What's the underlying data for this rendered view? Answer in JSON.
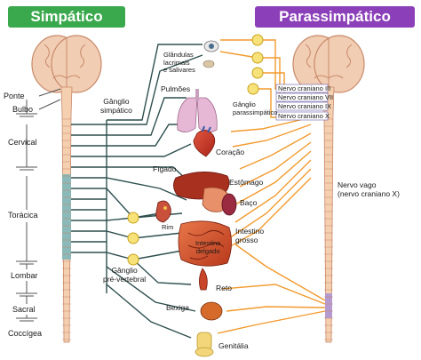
{
  "headers": {
    "sympathetic": "Simpático",
    "parasympathetic": "Parassimpático",
    "sympathetic_color": "#3aa84c",
    "parasympathetic_color": "#8b3fb8"
  },
  "left_labels": {
    "ponte": "Ponte",
    "bulbo": "Bulbo",
    "cervical": "Cervical",
    "toracica": "Torácica",
    "lombar": "Lombar",
    "sacral": "Sacral",
    "coccigea": "Coccígea"
  },
  "center_labels": {
    "ganglio_simpatico": [
      "Gânglio",
      "simpático"
    ],
    "glandulas": [
      "Glândulas",
      "lacrimais",
      "e salivares"
    ],
    "pulmoes": "Pulmões",
    "ganglio_parassimpatico": [
      "Gânglio",
      "parassimpático"
    ],
    "coracao": "Coração",
    "figado": "Fígado",
    "estomago": "Estômago",
    "baco": "Baço",
    "rim": "Rim",
    "intestino_delgado": [
      "Intestino",
      "delgado"
    ],
    "intestino_grosso": [
      "Intestino",
      "grosso"
    ],
    "ganglio_prevertebral": [
      "Gânglio",
      "pré-vertebral"
    ],
    "reto": "Reto",
    "bexiga": "Bexiga",
    "genitalia": "Genitália"
  },
  "right_labels": {
    "nervos_cranianos": [
      "Nervo craniano III",
      "Nervo craniano VII",
      "Nervo craniano IX",
      "Nervo craniano X"
    ],
    "nervo_vago": [
      "Nervo vago",
      "(nervo craniano X)"
    ]
  },
  "colors": {
    "sympathetic_line": "#2f4f4f",
    "parasympathetic_line": "#f39a2e",
    "ganglion_fill": "#f7e27a",
    "spine": "#f4cfb0",
    "thoracic_segment": "#8bb8b8",
    "sacral_segment": "#b59ad0",
    "brain": "#f1cdb3",
    "brain_outline": "#c9896a"
  }
}
